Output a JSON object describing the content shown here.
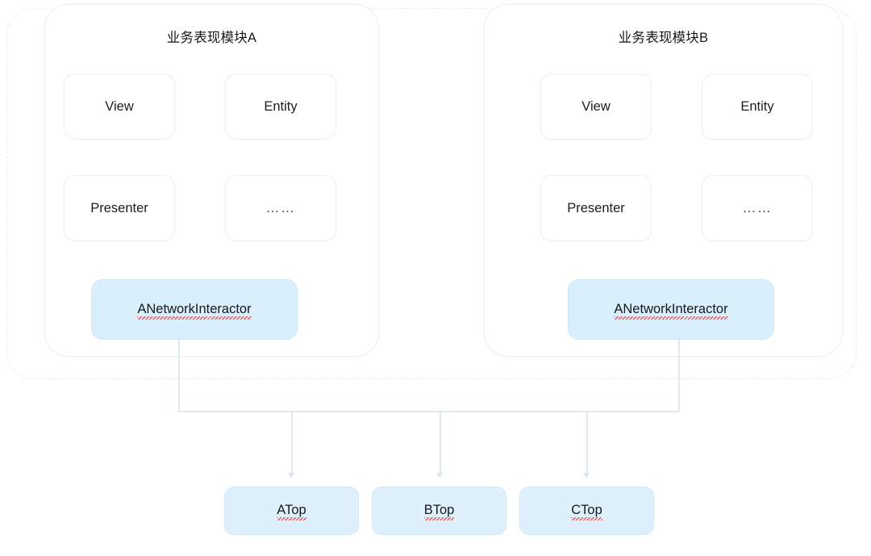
{
  "diagram": {
    "modules": [
      {
        "id": "module-a",
        "title": "业务表现模块A",
        "cards": [
          {
            "label": "View"
          },
          {
            "label": "Entity"
          },
          {
            "label": "Presenter"
          },
          {
            "label": "……"
          }
        ],
        "interactor": {
          "label": "ANetworkInteractor",
          "misspelled": true
        }
      },
      {
        "id": "module-b",
        "title": "业务表现模块B",
        "cards": [
          {
            "label": "View"
          },
          {
            "label": "Entity"
          },
          {
            "label": "Presenter"
          },
          {
            "label": "……"
          }
        ],
        "interactor": {
          "label": "ANetworkInteractor",
          "misspelled": true
        }
      }
    ],
    "bottom_nodes": [
      {
        "label": "ATop",
        "misspelled": true
      },
      {
        "label": "BTop",
        "misspelled": true
      },
      {
        "label": "CTop",
        "misspelled": true
      }
    ],
    "colors": {
      "interactor_fill": "#d9effc",
      "interactor_border": "#cfe8f8",
      "bottom_fill": "#ddf0fb",
      "bottom_border": "#d3e9f7",
      "card_fill": "#ffffff",
      "card_border": "#eceff0",
      "module_border": "#eef3f2",
      "outer_border": "#e2efec",
      "connector": "#dfe9ef",
      "text": "#17191d",
      "spellcheck_underline": "#f04a4a",
      "background": "#ffffff"
    }
  }
}
